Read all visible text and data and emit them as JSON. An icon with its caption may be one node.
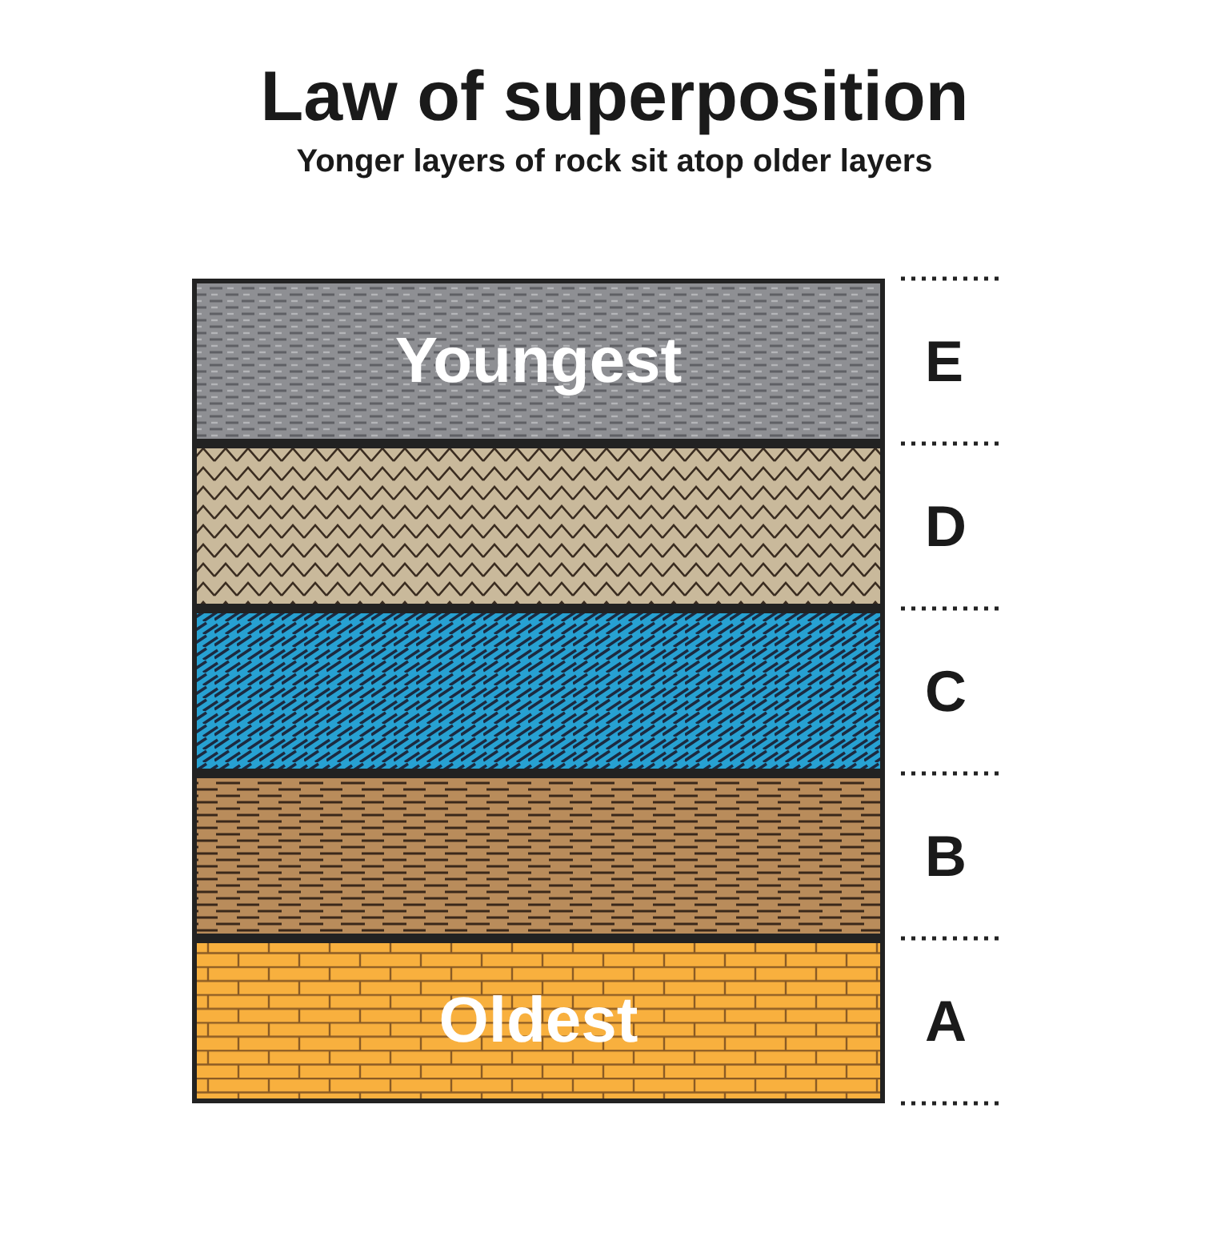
{
  "diagram": {
    "title": "Law of superposition",
    "caption": "Yonger layers of rock sit atop older layers",
    "nodes": [
      {
        "text": [
          "Youngest"
        ],
        "beside": [
          "E"
        ]
      },
      {
        "text": [],
        "shape": "band",
        "beside": [
          "D"
        ]
      },
      {
        "text": [],
        "shape": "band",
        "beside": [
          "C"
        ]
      },
      {
        "text": [],
        "shape": "band",
        "beside": [
          "B"
        ]
      },
      {
        "text": [
          "Oldest"
        ],
        "beside": [
          "A"
        ]
      }
    ]
  }
}
